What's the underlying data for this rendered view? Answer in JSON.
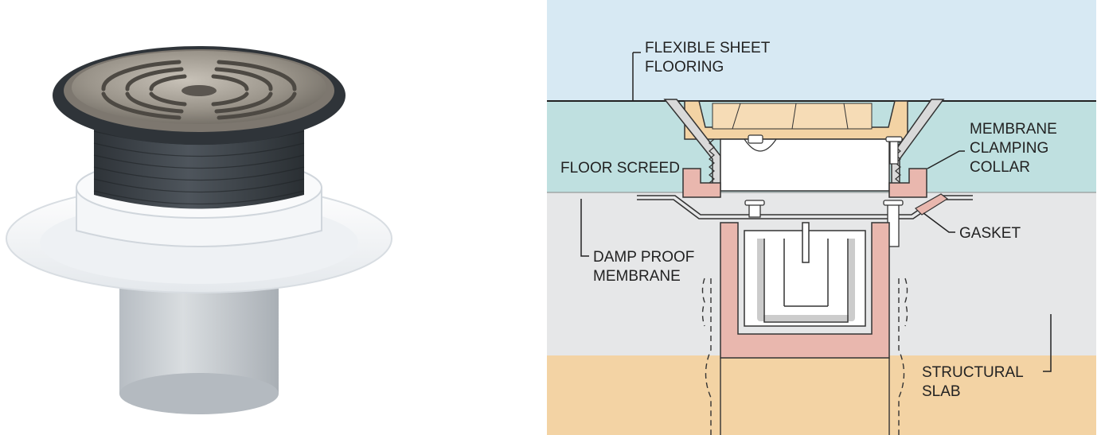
{
  "figure": {
    "product_photo": {
      "parts": [
        "round-grating",
        "threaded-body",
        "clamping-collar",
        "flange",
        "outlet-pipe"
      ]
    },
    "section_diagram": {
      "colors": {
        "sky": "#d7e9f3",
        "screed": "#bfe0e0",
        "membrane_zone": "#e6e7e8",
        "slab": "#f3d3a4",
        "component_pink": "#e9b7ae",
        "metal_fill": "#ffffff",
        "outline": "#333333"
      },
      "labels": {
        "flexible_sheet_flooring": [
          "FLEXIBLE SHEET",
          "FLOORING"
        ],
        "floor_screed": [
          "FLOOR SCREED"
        ],
        "membrane_clamping_collar": [
          "MEMBRANE",
          "CLAMPING",
          "COLLAR"
        ],
        "gasket": [
          "GASKET"
        ],
        "damp_proof_membrane": [
          "DAMP PROOF",
          "MEMBRANE"
        ],
        "structural_slab": [
          "STRUCTURAL",
          "SLAB"
        ]
      }
    }
  }
}
